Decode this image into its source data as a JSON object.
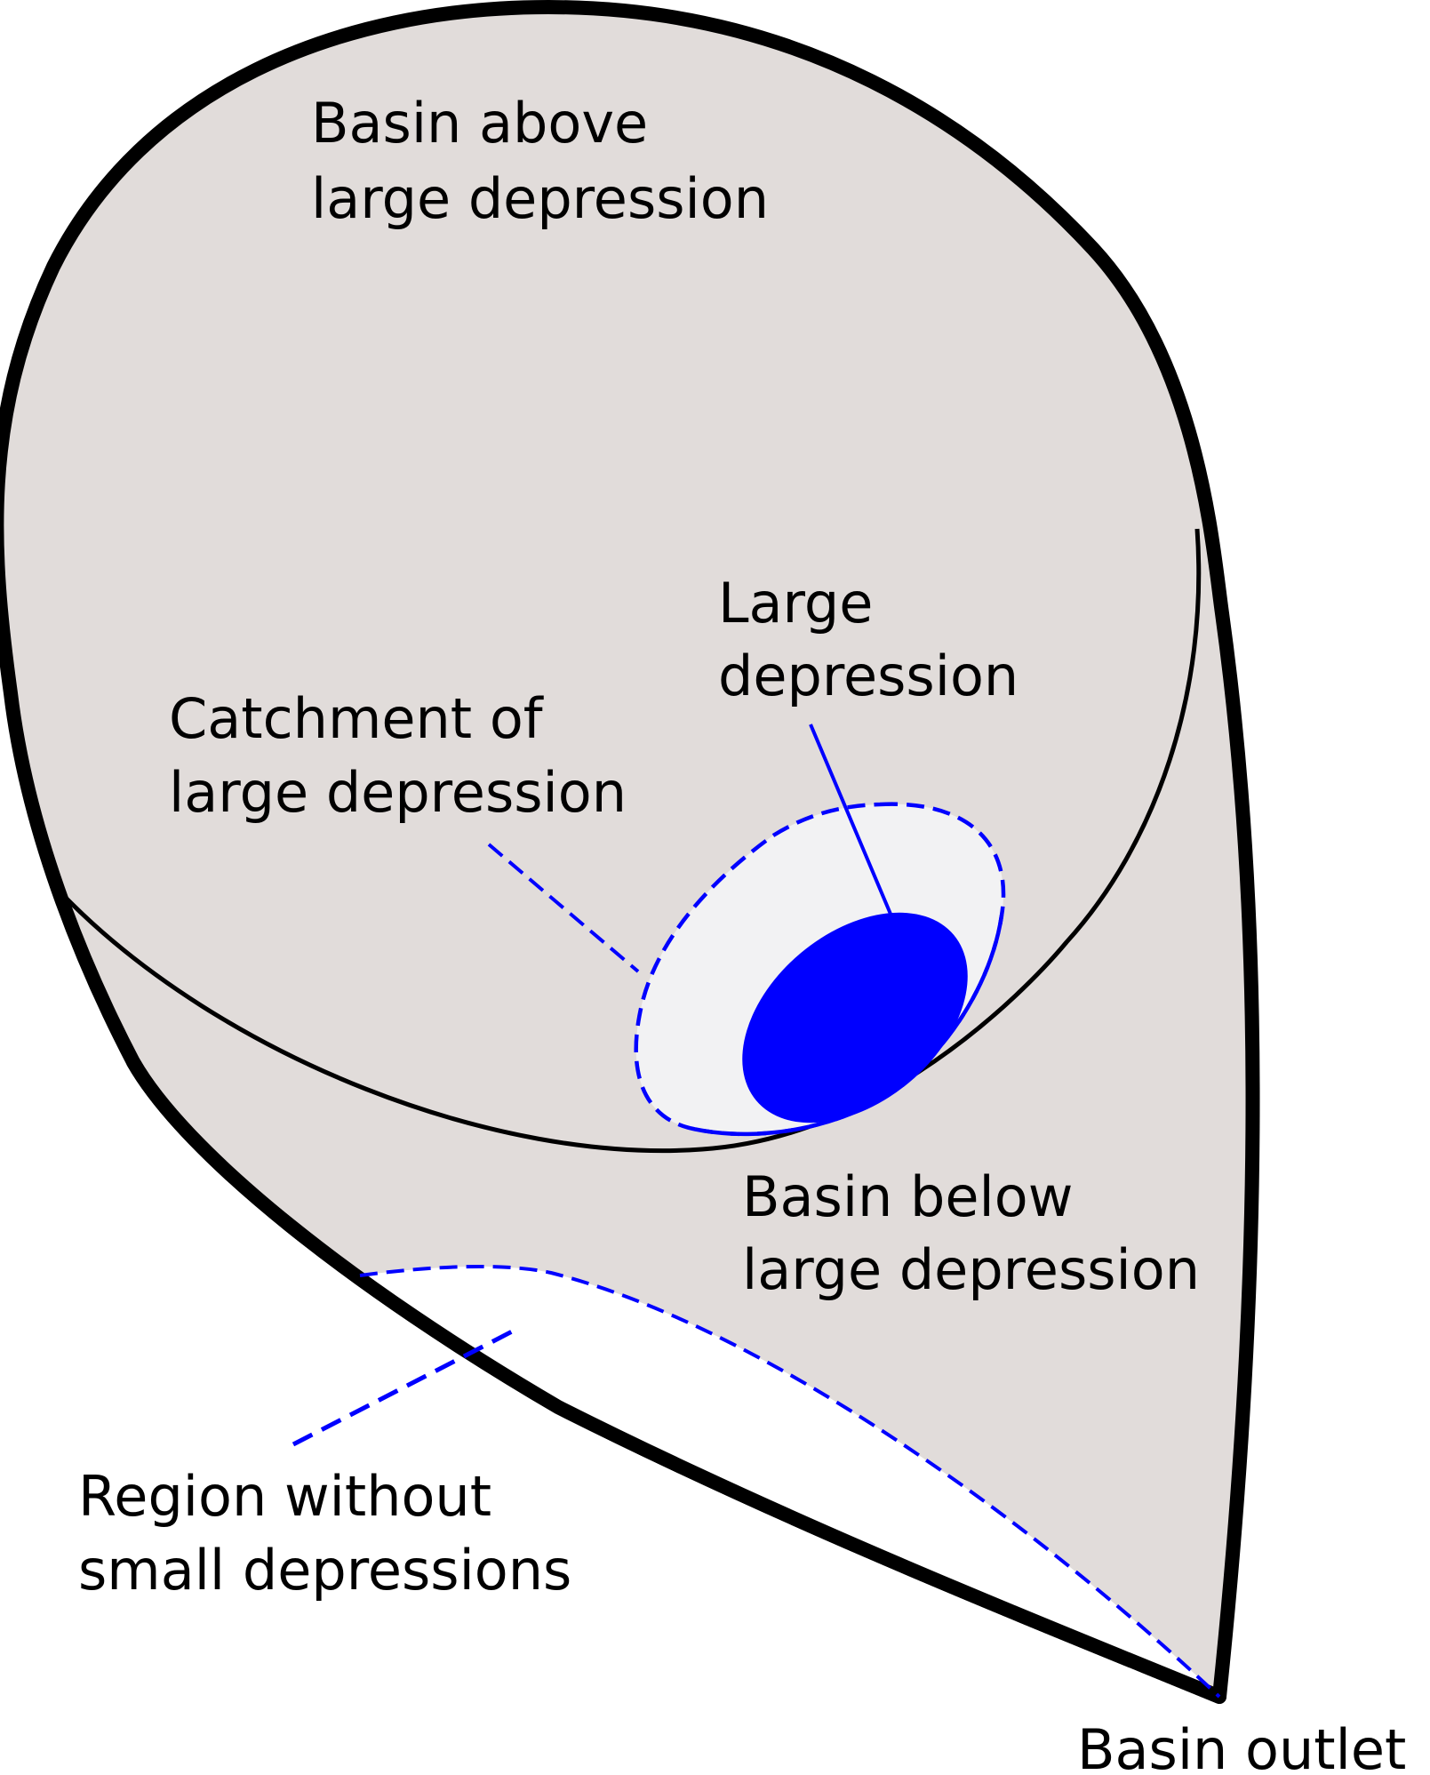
{
  "labels": {
    "basin_above": [
      "Basin above",
      "large depression"
    ],
    "large_depression": [
      "Large",
      "depression"
    ],
    "catchment": [
      "Catchment of",
      "large depression"
    ],
    "basin_below": [
      "Basin below",
      "large depression"
    ],
    "region_without": [
      "Region without",
      "small depressions"
    ],
    "basin_outlet": "Basin outlet"
  },
  "colors": {
    "basin_fill": "#e1dcda",
    "catchment_fill": "#f2f2f3",
    "depression_fill": "#0000ff",
    "dashed_line": "#0000ff",
    "outline": "#000000",
    "unsmall_region_fill": "#ffffff"
  }
}
